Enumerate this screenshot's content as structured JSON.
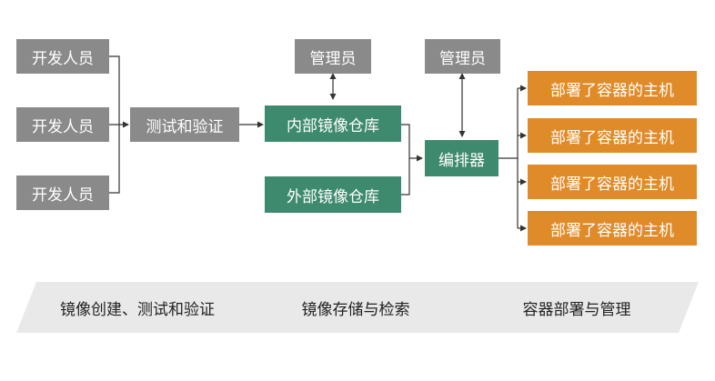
{
  "developers": [
    "开发人员",
    "开发人员",
    "开发人员"
  ],
  "test_verify": "测试和验证",
  "internal_registry": "内部镜像仓库",
  "external_registry": "外部镜像仓库",
  "admin_registry": "管理员",
  "admin_orchestrator": "管理员",
  "orchestrator": "编排器",
  "hosts": [
    "部署了容器的主机",
    "部署了容器的主机",
    "部署了容器的主机",
    "部署了容器的主机"
  ],
  "stages": [
    "镜像创建、测试和验证",
    "镜像存储与检索",
    "容器部署与管理"
  ],
  "colors": {
    "gray": "#8a8a8a",
    "green": "#3e8a6e",
    "orange": "#e08b2a",
    "line": "#333333",
    "stage_bg": "#e9e9e9"
  }
}
